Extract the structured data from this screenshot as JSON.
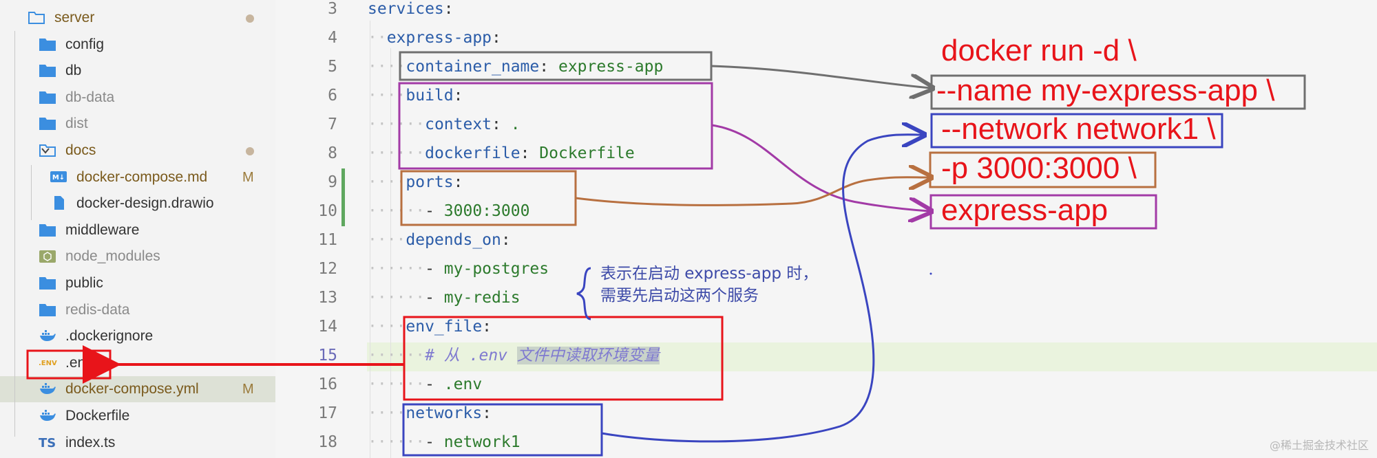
{
  "explorer": {
    "items": [
      {
        "label": "server",
        "kind": "folder-open",
        "depth": 0,
        "chevron": "none",
        "color": "#7a5a1c",
        "badge": "dot"
      },
      {
        "label": "config",
        "kind": "folder",
        "depth": 1,
        "chevron": "right",
        "color": "#333333"
      },
      {
        "label": "db",
        "kind": "folder",
        "depth": 1,
        "chevron": "right",
        "color": "#333333"
      },
      {
        "label": "db-data",
        "kind": "folder",
        "depth": 1,
        "chevron": "right",
        "color": "#8a8a8a"
      },
      {
        "label": "dist",
        "kind": "folder",
        "depth": 1,
        "chevron": "right",
        "color": "#8a8a8a"
      },
      {
        "label": "docs",
        "kind": "folder-open",
        "depth": 1,
        "chevron": "down",
        "color": "#7a5a1c",
        "badge": "dot"
      },
      {
        "label": "docker-compose.md",
        "kind": "md",
        "depth": 2,
        "chevron": "none",
        "color": "#7a5a1c",
        "badge": "M"
      },
      {
        "label": "docker-design.drawio",
        "kind": "file",
        "depth": 2,
        "chevron": "none",
        "color": "#333333"
      },
      {
        "label": "middleware",
        "kind": "folder",
        "depth": 1,
        "chevron": "right",
        "color": "#333333"
      },
      {
        "label": "node_modules",
        "kind": "node",
        "depth": 1,
        "chevron": "right",
        "color": "#8a8a8a"
      },
      {
        "label": "public",
        "kind": "folder",
        "depth": 1,
        "chevron": "right",
        "color": "#333333"
      },
      {
        "label": "redis-data",
        "kind": "folder",
        "depth": 1,
        "chevron": "right",
        "color": "#8a8a8a"
      },
      {
        "label": ".dockerignore",
        "kind": "docker",
        "depth": 1,
        "chevron": "none",
        "color": "#333333"
      },
      {
        "label": ".env",
        "kind": "env",
        "depth": 1,
        "chevron": "none",
        "color": "#333333"
      },
      {
        "label": "docker-compose.yml",
        "kind": "docker",
        "depth": 1,
        "chevron": "none",
        "color": "#7a5a1c",
        "badge": "M",
        "selected": true
      },
      {
        "label": "Dockerfile",
        "kind": "docker",
        "depth": 1,
        "chevron": "none",
        "color": "#333333"
      },
      {
        "label": "index.ts",
        "kind": "ts",
        "depth": 1,
        "chevron": "none",
        "color": "#333333"
      }
    ]
  },
  "editor": {
    "lines": [
      {
        "num": "3",
        "indent": 0,
        "parts": [
          [
            "k",
            "services"
          ],
          [
            "p",
            ":"
          ]
        ]
      },
      {
        "num": "4",
        "indent": 1,
        "parts": [
          [
            "k",
            "express-app"
          ],
          [
            "p",
            ":"
          ]
        ]
      },
      {
        "num": "5",
        "indent": 2,
        "parts": [
          [
            "k",
            "container_name"
          ],
          [
            "p",
            ": "
          ],
          [
            "s",
            "express-app"
          ]
        ]
      },
      {
        "num": "6",
        "indent": 2,
        "parts": [
          [
            "k",
            "build"
          ],
          [
            "p",
            ":"
          ]
        ]
      },
      {
        "num": "7",
        "indent": 3,
        "parts": [
          [
            "k",
            "context"
          ],
          [
            "p",
            ": "
          ],
          [
            "s",
            "."
          ]
        ]
      },
      {
        "num": "8",
        "indent": 3,
        "parts": [
          [
            "k",
            "dockerfile"
          ],
          [
            "p",
            ": "
          ],
          [
            "s",
            "Dockerfile"
          ]
        ]
      },
      {
        "num": "9",
        "indent": 2,
        "parts": [
          [
            "k",
            "ports"
          ],
          [
            "p",
            ":"
          ]
        ],
        "modified": true
      },
      {
        "num": "10",
        "indent": 3,
        "parts": [
          [
            "p",
            "- "
          ],
          [
            "s",
            "3000:3000"
          ]
        ],
        "modified": true
      },
      {
        "num": "11",
        "indent": 2,
        "parts": [
          [
            "k",
            "depends_on"
          ],
          [
            "p",
            ":"
          ]
        ]
      },
      {
        "num": "12",
        "indent": 3,
        "parts": [
          [
            "p",
            "- "
          ],
          [
            "s",
            "my-postgres"
          ]
        ]
      },
      {
        "num": "13",
        "indent": 3,
        "parts": [
          [
            "p",
            "- "
          ],
          [
            "s",
            "my-redis"
          ]
        ]
      },
      {
        "num": "14",
        "indent": 2,
        "parts": [
          [
            "k",
            "env_file"
          ],
          [
            "p",
            ":"
          ]
        ]
      },
      {
        "num": "15",
        "indent": 3,
        "parts": [
          [
            "cm",
            "# 从 .env "
          ],
          [
            "cmhl",
            "文件中读取环境变量"
          ]
        ],
        "active": true
      },
      {
        "num": "16",
        "indent": 3,
        "parts": [
          [
            "p",
            "- "
          ],
          [
            "s",
            ".env"
          ]
        ]
      },
      {
        "num": "17",
        "indent": 2,
        "parts": [
          [
            "k",
            "networks"
          ],
          [
            "p",
            ":"
          ]
        ]
      },
      {
        "num": "18",
        "indent": 3,
        "parts": [
          [
            "p",
            "- "
          ],
          [
            "s",
            "network1"
          ]
        ]
      }
    ]
  },
  "annotations": {
    "command": [
      {
        "text": "docker run -d \\"
      },
      {
        "text": " --name my-express-app \\"
      },
      {
        "text": "--network network1 \\"
      },
      {
        "text": "-p 3000:3000 \\"
      },
      {
        "text": "express-app"
      }
    ],
    "note_line1": "表示在启动 express-app 时，",
    "note_line2": "需要先启动这两个服务",
    "watermark": "@稀土掘金技术社区"
  },
  "colors": {
    "gray_box": "#6f6f6f",
    "purple_box": "#a23aa6",
    "orange_box": "#b87040",
    "red_box": "#e8141a",
    "blue_box": "#3a45c0"
  }
}
